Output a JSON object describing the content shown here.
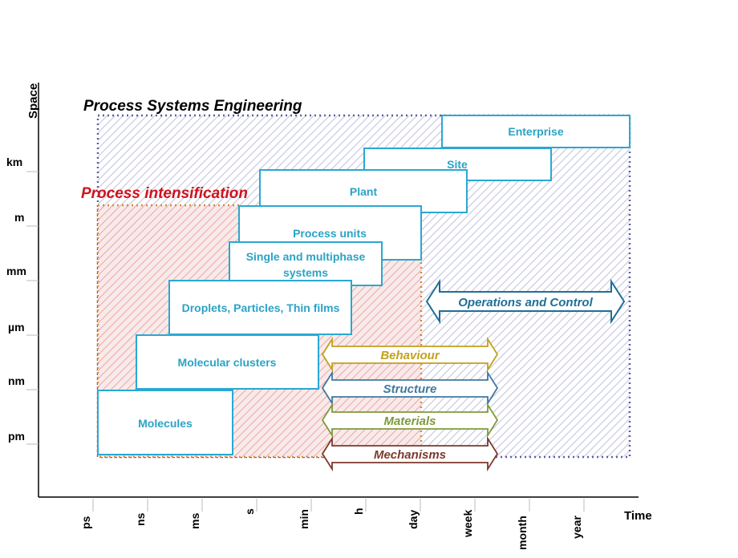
{
  "diagram": {
    "title_pse": "Process Systems Engineering",
    "title_pi": "Process intensification",
    "axis": {
      "y_label": "Space",
      "x_label": "Time",
      "y_ticks": [
        "km",
        "m",
        "mm",
        "µm",
        "nm",
        "pm"
      ],
      "x_ticks": [
        "ps",
        "ns",
        "ms",
        "s",
        "min",
        "h",
        "day",
        "week",
        "month",
        "year"
      ]
    },
    "boxes": {
      "enterprise": "Enterprise",
      "site": "Site",
      "plant": "Plant",
      "process_units": "Process units",
      "multiphase_line1": "Single and multiphase",
      "multiphase_line2": "systems",
      "droplets": "Droplets, Particles, Thin films",
      "molecular_clusters": "Molecular clusters",
      "molecules": "Molecules"
    },
    "arrows": {
      "operations": "Operations and Control",
      "behaviour": "Behaviour",
      "structure": "Structure",
      "materials": "Materials",
      "mechanisms": "Mechanisms"
    },
    "colors": {
      "box_border": "#29a8d3",
      "box_text": "#2aa3c6",
      "pse_title": "#000000",
      "pi_title": "#d0121b",
      "operations": "#1f6f95",
      "behaviour": "#c3a11a",
      "structure": "#3f7aa0",
      "materials": "#7f9a3b",
      "mechanisms": "#7d3a2d",
      "pse_border": "#5a5fa8",
      "pi_border": "#d98a3c"
    }
  }
}
